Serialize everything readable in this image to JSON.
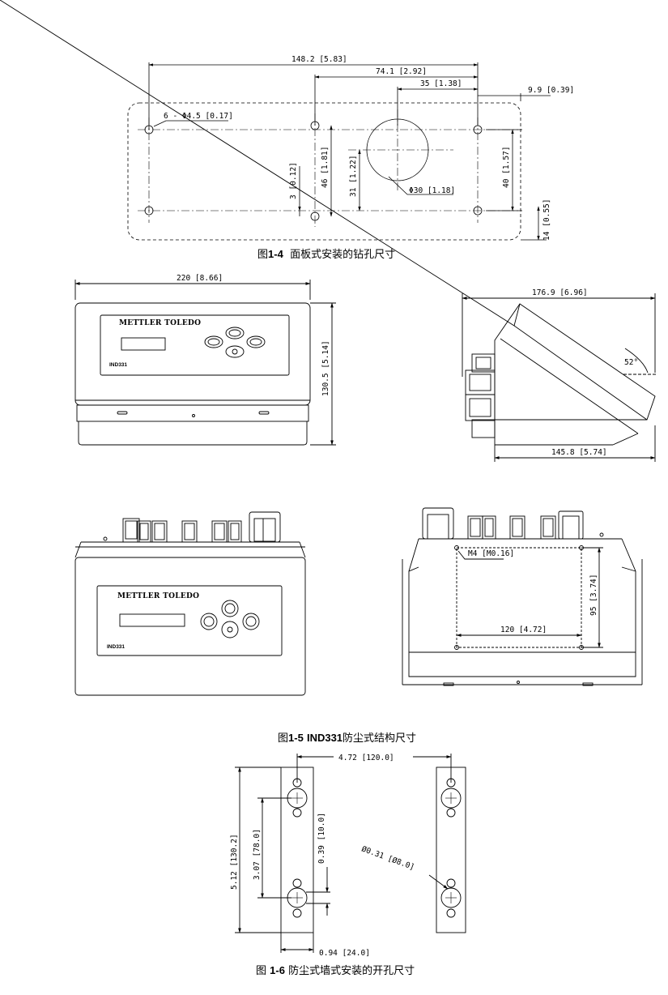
{
  "fig14": {
    "caption_prefix": "图",
    "caption_num": "1-4",
    "caption_text": "面板式安装的钻孔尺寸",
    "dims": {
      "overall_width": "148.2 [5.83]",
      "half_width": "74.1 [2.92]",
      "hole_center": "35 [1.38]",
      "edge_offset": "9.9 [0.39]",
      "holes": "6 - Φ4.5 [0.17]",
      "hole_diameter": "Φ30 [1.18]",
      "offset_small": "3 [0.12]",
      "height_mid": "46 [1.81]",
      "height_hole": "31 [1.22]",
      "height_right": "40 [1.57]",
      "bottom_edge": "14 [0.55]"
    }
  },
  "fig15": {
    "caption_prefix": "图",
    "caption_num": "1-5",
    "caption_model": "IND331",
    "caption_text": "防尘式结构尺寸",
    "brand": "METTLER TOLEDO",
    "model": "IND331",
    "dims": {
      "front_width": "220 [8.66]",
      "front_height": "130.5 [5.14]",
      "side_depth": "176.9 [6.96]",
      "side_angle": "52°",
      "side_base": "145.8 [5.74]",
      "thread": "M4 [M0.16]",
      "rear_height": "95 [3.74]",
      "rear_width": "120 [4.72]"
    }
  },
  "fig16": {
    "caption_prefix": "图",
    "caption_num": "1-6",
    "caption_text": "防尘式墙式安装的开孔尺寸",
    "dims": {
      "span": "4.72 [120.0]",
      "total_height": "5.12 [130.2]",
      "slot_pitch": "3.07 [78.0]",
      "slot_height": "0.39 [10.0]",
      "hole_dia": "Ø0.31 [Ø8.0]",
      "bracket_width": "0.94 [24.0]"
    }
  }
}
